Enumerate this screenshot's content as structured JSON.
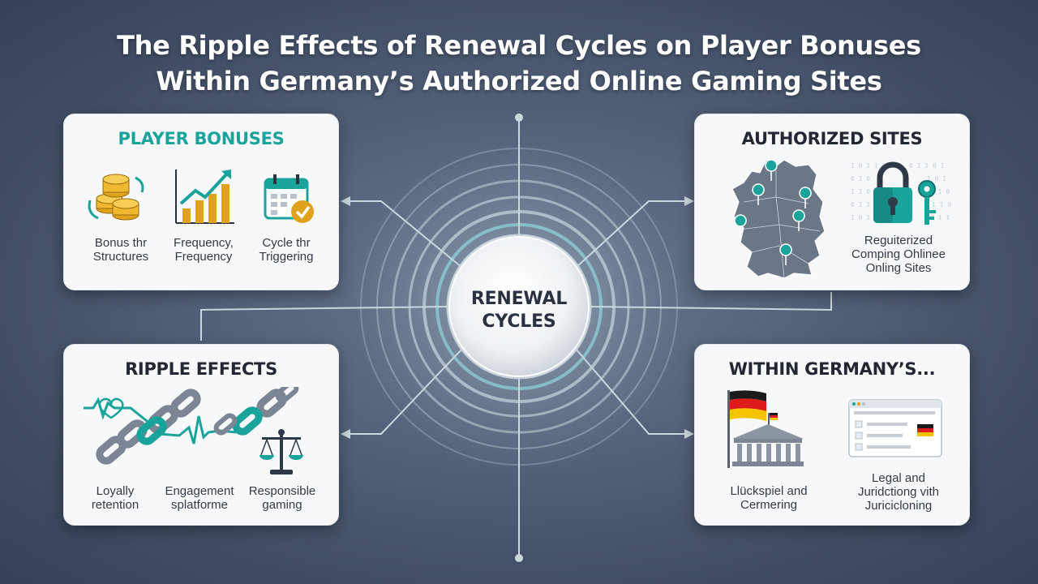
{
  "title": {
    "line1": "The Ripple Effects of Renewal Cycles on Player Bonuses",
    "line2": "Within Germany’s Authorized Online Gaming Sites"
  },
  "center": {
    "line1": "RENEWAL",
    "line2": "CYCLES"
  },
  "cards": {
    "player_bonuses": {
      "title": "PLAYER BONUSES",
      "title_color": "#1aa39a",
      "items": [
        {
          "line1": "Bonus thr",
          "line2": "Structures",
          "icon": "coins-icon"
        },
        {
          "line1": "Frequency,",
          "line2": "Frequency",
          "icon": "bar-chart-icon"
        },
        {
          "line1": "Cycle thr",
          "line2": "Triggering",
          "icon": "calendar-check-icon"
        }
      ]
    },
    "authorized_sites": {
      "title": "AUTHORIZED SITES",
      "title_color": "#222833",
      "items": [
        {
          "icon": "germany-map-icon"
        },
        {
          "line1": "Reguiterized",
          "line2": "Comping Ohlinee",
          "line3": "Onling Sites",
          "icon": "padlock-key-icon"
        }
      ]
    },
    "ripple_effects": {
      "title": "RIPPLE EFFECTS",
      "title_color": "#222833",
      "items": [
        {
          "line1": "Loyally",
          "line2": "retention",
          "icon": "chain-icon"
        },
        {
          "line1": "Engagement",
          "line2": "splatforme",
          "icon": "heartbeat-icon"
        },
        {
          "line1": "Responsible",
          "line2": "gaming",
          "icon": "scales-icon"
        }
      ]
    },
    "within_germany": {
      "title": "WITHIN GERMANY’S...",
      "title_color": "#222833",
      "items": [
        {
          "line1": "Llückspiel and",
          "line2": "Cermering",
          "icon": "flag-building-icon"
        },
        {
          "line1": "Legal and",
          "line2": "Juridctiong vith",
          "line3": "Juricicloning",
          "icon": "browser-window-icon"
        }
      ]
    }
  },
  "colors": {
    "accent_teal": "#1aa39a",
    "coin_gold": "#e0a21c",
    "background": "#4b5970"
  }
}
